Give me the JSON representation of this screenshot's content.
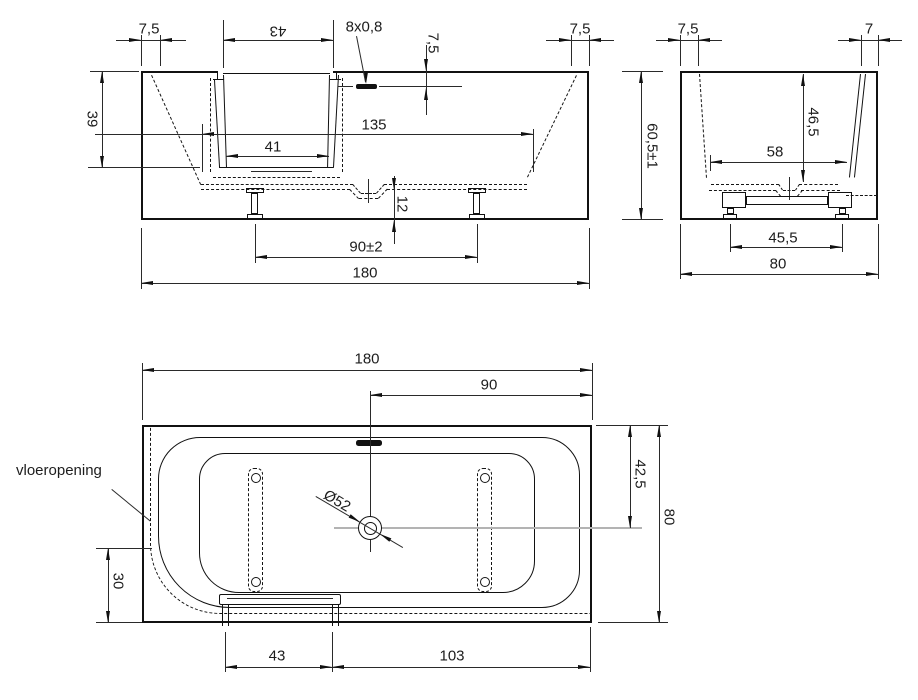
{
  "drawing": {
    "front": {
      "d_wall_tl": "7,5",
      "d_door_top": "43",
      "d_overflow": "8x0,8",
      "d_overflow_off": "7,5",
      "d_wall_tr": "7,5",
      "d_height_door": "39",
      "d_door_bottom": "41",
      "d_inner_len": "135",
      "d_floor": "12",
      "d_feet": "90±2",
      "d_total": "180"
    },
    "side": {
      "d_wall_tl": "7,5",
      "d_wall_tr": "7",
      "d_height": "60,5±1",
      "d_depth": "46,5",
      "d_inner_w": "58",
      "d_feet": "45,5",
      "d_total": "80"
    },
    "plan": {
      "d_total_l": "180",
      "d_drain_right": "90",
      "d_drain_top": "42,5",
      "d_total_w": "80",
      "d_drain": "Ø52",
      "d_corner": "30",
      "d_door": "43",
      "d_door_right": "103",
      "label_floor": "vloeropening"
    }
  }
}
